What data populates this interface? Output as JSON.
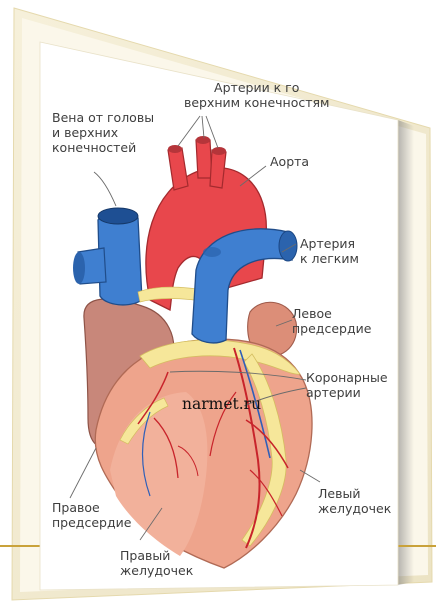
{
  "diagram": {
    "watermark": "narmet.ru",
    "labels": {
      "head_vein": [
        "Вена от головы",
        "и верхних",
        "конечностей"
      ],
      "limb_arteries": [
        "Артерии к го",
        "верхним конечностям"
      ],
      "aorta": [
        "Аорта"
      ],
      "pulmonary_artery": [
        "Артерия",
        "к легким"
      ],
      "left_atrium": [
        "Левое",
        "предсердие"
      ],
      "coronary_arteries": [
        "Коронарные",
        "артерии"
      ],
      "left_ventricle": [
        "Левый",
        "желудочек"
      ],
      "right_atrium": [
        "Правое",
        "предсердие"
      ],
      "right_ventricle": [
        "Правый",
        "желудочек"
      ]
    },
    "colors": {
      "artery_red": "#e8474c",
      "vein_blue": "#3f7fd0",
      "myocardium": "#eea48c",
      "fat_yellow": "#f6e79a",
      "slide_accent": "#c9a23a"
    }
  }
}
